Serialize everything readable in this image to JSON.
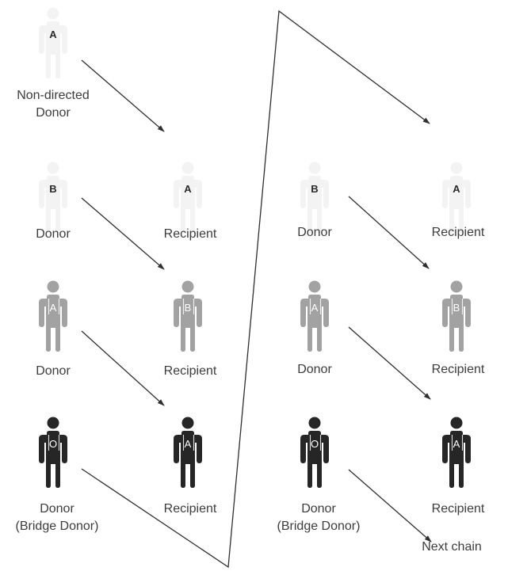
{
  "colors": {
    "light": "#f3f3f3",
    "gray": "#a2a2a2",
    "dark": "#262626",
    "line": "#2f2f2f"
  },
  "chains": [
    {
      "nodes": [
        {
          "id": "ndd",
          "tone": "light",
          "blood": "A",
          "label_lines": [
            "Non-directed",
            "Donor"
          ],
          "icon": "person-icon"
        },
        {
          "id": "d1",
          "tone": "light",
          "blood": "B",
          "label_lines": [
            "Donor"
          ],
          "icon": "person-icon"
        },
        {
          "id": "r1",
          "tone": "light",
          "blood": "A",
          "label_lines": [
            "Recipient"
          ],
          "icon": "person-icon"
        },
        {
          "id": "d2",
          "tone": "gray",
          "blood": "A",
          "label_lines": [
            "Donor"
          ],
          "icon": "person-icon"
        },
        {
          "id": "r2",
          "tone": "gray",
          "blood": "B",
          "label_lines": [
            "Recipient"
          ],
          "icon": "person-icon"
        },
        {
          "id": "d3",
          "tone": "dark",
          "blood": "O",
          "label_lines": [
            "Donor",
            "(Bridge Donor)"
          ],
          "icon": "person-icon"
        },
        {
          "id": "r3",
          "tone": "dark",
          "blood": "A",
          "label_lines": [
            "Recipient"
          ],
          "icon": "person-icon"
        }
      ]
    },
    {
      "nodes": [
        {
          "id": "d1",
          "tone": "light",
          "blood": "B",
          "label_lines": [
            "Donor"
          ],
          "icon": "person-icon"
        },
        {
          "id": "r1",
          "tone": "light",
          "blood": "A",
          "label_lines": [
            "Recipient"
          ],
          "icon": "person-icon"
        },
        {
          "id": "d2",
          "tone": "gray",
          "blood": "A",
          "label_lines": [
            "Donor"
          ],
          "icon": "person-icon"
        },
        {
          "id": "r2",
          "tone": "gray",
          "blood": "B",
          "label_lines": [
            "Recipient"
          ],
          "icon": "person-icon"
        },
        {
          "id": "d3",
          "tone": "dark",
          "blood": "O",
          "label_lines": [
            "Donor",
            "(Bridge Donor)"
          ],
          "icon": "person-icon"
        },
        {
          "id": "r3",
          "tone": "dark",
          "blood": "A",
          "label_lines": [
            "Recipient"
          ],
          "icon": "person-icon"
        }
      ]
    }
  ],
  "next_chain_label": "Next chain",
  "edges": [
    {
      "from": "0.ndd",
      "to": "0.r1"
    },
    {
      "from": "0.d1",
      "to": "0.r2"
    },
    {
      "from": "0.d2",
      "to": "0.r3"
    },
    {
      "from": "0.d3",
      "to": "1.r1",
      "via": "bridge"
    },
    {
      "from": "1.d1",
      "to": "1.r2"
    },
    {
      "from": "1.d2",
      "to": "1.r3"
    },
    {
      "from": "1.d3",
      "to": "next"
    }
  ]
}
